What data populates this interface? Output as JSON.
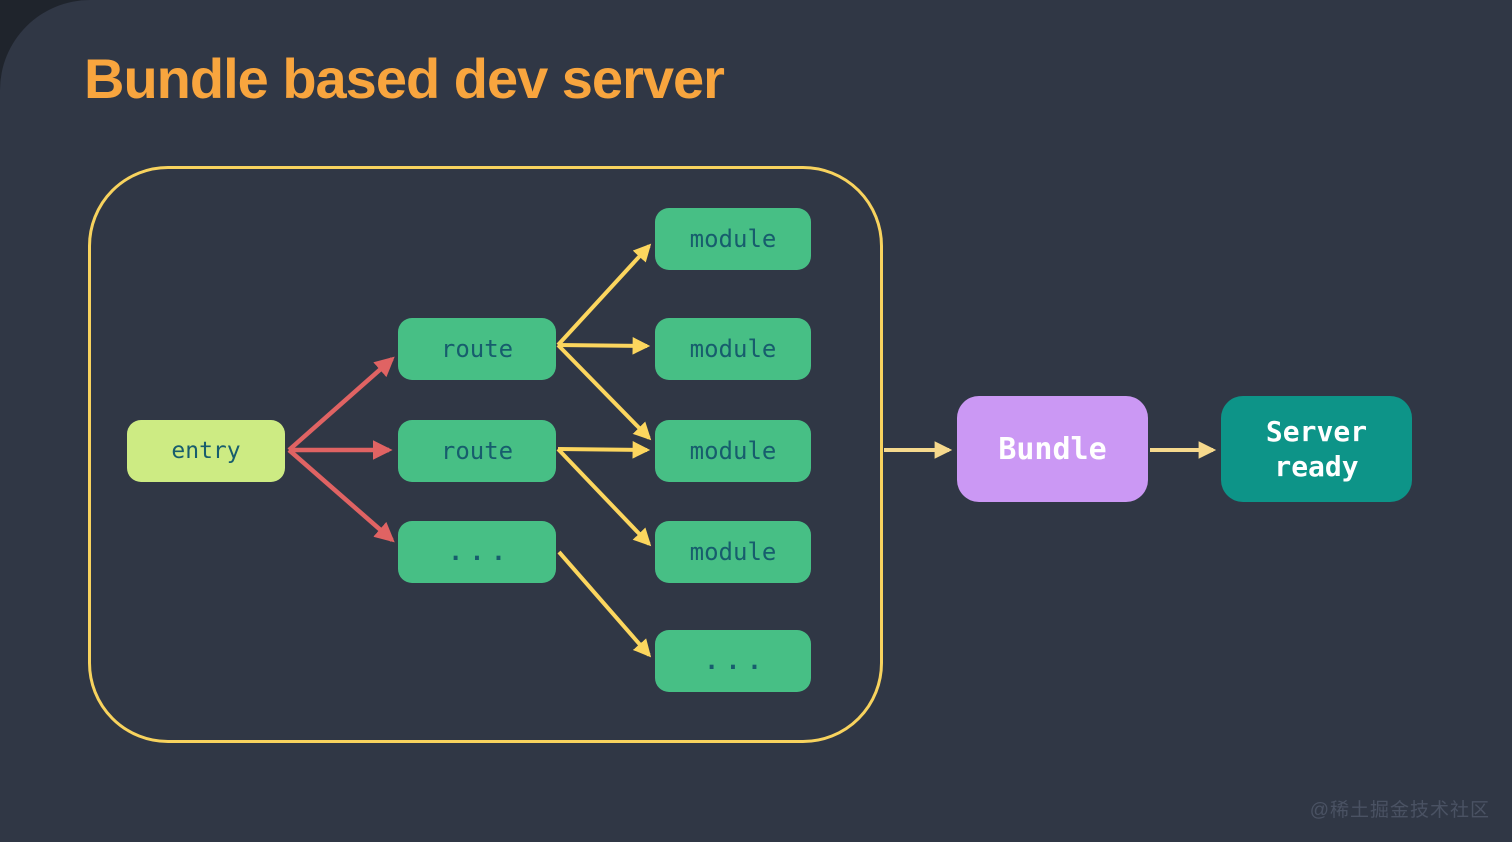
{
  "title": "Bundle based dev server",
  "watermark": "@稀土掘金技术社区",
  "nodes": {
    "entry": "entry",
    "route_1": "route",
    "route_2": "route",
    "route_more": "...",
    "module_1": "module",
    "module_2": "module",
    "module_3": "module",
    "module_4": "module",
    "module_more": "...",
    "bundle": "Bundle",
    "server_ready": "Server ready"
  },
  "edges": [
    {
      "from": "entry",
      "to": "route_1",
      "color": "red"
    },
    {
      "from": "entry",
      "to": "route_2",
      "color": "red"
    },
    {
      "from": "entry",
      "to": "route_more",
      "color": "red"
    },
    {
      "from": "route_1",
      "to": "module_1",
      "color": "yellow"
    },
    {
      "from": "route_1",
      "to": "module_2",
      "color": "yellow"
    },
    {
      "from": "route_1",
      "to": "module_3",
      "color": "yellow"
    },
    {
      "from": "route_2",
      "to": "module_3",
      "color": "yellow"
    },
    {
      "from": "route_2",
      "to": "module_4",
      "color": "yellow"
    },
    {
      "from": "route_more",
      "to": "module_more",
      "color": "yellow"
    },
    {
      "from": "bundler-container",
      "to": "bundle",
      "color": "yellow"
    },
    {
      "from": "bundle",
      "to": "server_ready",
      "color": "yellow"
    }
  ],
  "colors": {
    "background": "#303745",
    "corner_backdrop": "#1f242c",
    "title_text": "#f8a53e",
    "container_border": "#f8d35e",
    "arrow_red": "#e06363",
    "arrow_yellow": "#fcd65e",
    "arrow_pale_yellow": "#f6d98d",
    "entry_fill": "#cdeb83",
    "node_fill": "#47bf85",
    "node_text": "#175d6d",
    "bundle_fill": "#cb98f4",
    "server_fill": "#0d9488",
    "big_node_text": "#ffffff",
    "watermark_text": "#4a5263"
  }
}
